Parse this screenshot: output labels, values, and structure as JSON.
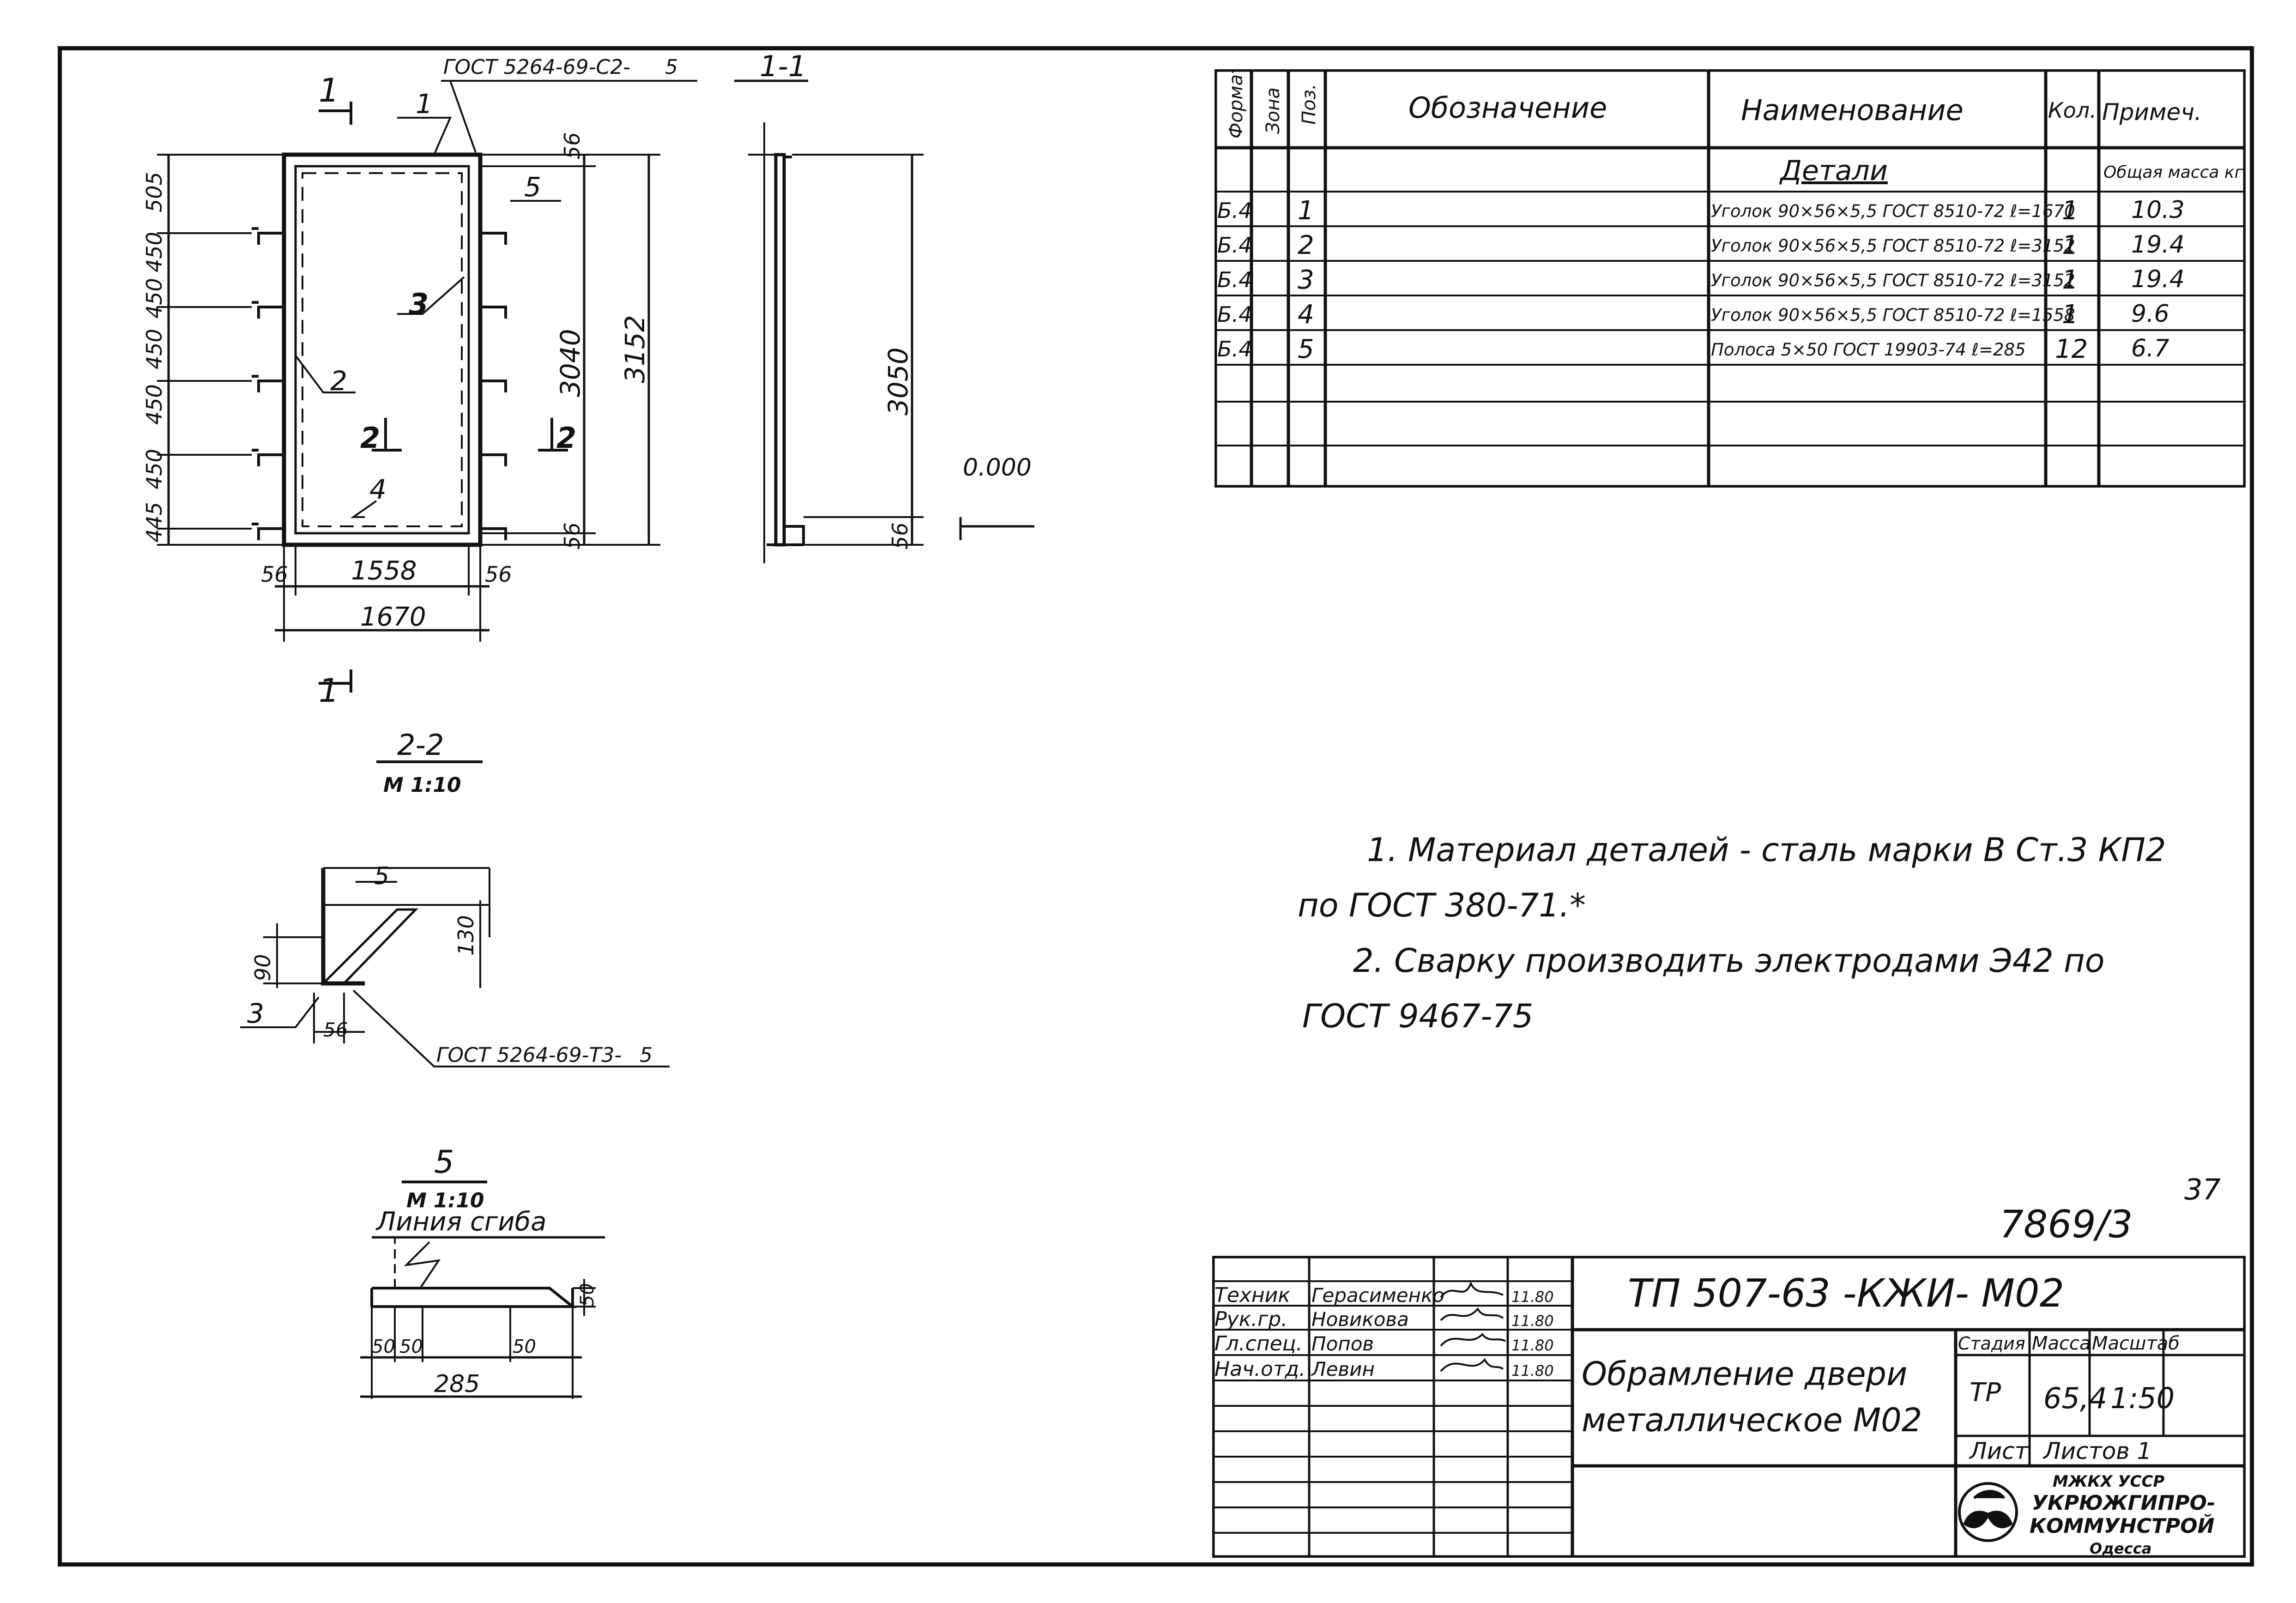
{
  "sheet_number": "37",
  "drawing_number": "7869/3",
  "views": {
    "front_callout": "ГОСТ 5264-69-С2-",
    "front_callout_weld": "5",
    "section_11": "1-1",
    "section_22_title": "2-2",
    "section_22_scale": "М 1:10",
    "detail5_title": "5",
    "detail5_scale": "М 1:10",
    "detail5_bend": "Линия сгиба",
    "section_mark_1": "1",
    "section_mark_2": "2",
    "pos_labels": [
      "1",
      "2",
      "3",
      "4",
      "5"
    ],
    "dims_left": [
      "505",
      "450",
      "450",
      "450",
      "450",
      "450",
      "445"
    ],
    "dim_56": "56",
    "dim_3040": "3040",
    "dim_3152": "3152",
    "dim_1558": "1558",
    "dim_1670": "1670",
    "dim_3050": "3050",
    "elev": "0.000",
    "sec22_dims": [
      "90",
      "130",
      "56",
      "3"
    ],
    "sec22_callout": "ГОСТ 5264-69-Т3-",
    "sec22_weld": "5",
    "det5_dims": [
      "50",
      "50",
      "50",
      "50",
      "285"
    ]
  },
  "spec_table": {
    "headers": [
      "Формат",
      "Зона",
      "Поз.",
      "Обозначение",
      "Наименование",
      "Кол.",
      "Примеч."
    ],
    "section": "Детали",
    "mass_note": "Общая масса кг.",
    "rows": [
      {
        "format": "Б.4",
        "zone": "",
        "pos": "1",
        "designation": "",
        "name": "Уголок 90×56×5,5 ГОСТ 8510-72 ℓ=1670",
        "qty": "1",
        "note": "10.3"
      },
      {
        "format": "Б.4",
        "zone": "",
        "pos": "2",
        "designation": "",
        "name": "Уголок 90×56×5,5 ГОСТ 8510-72 ℓ=3152",
        "qty": "1",
        "note": "19.4"
      },
      {
        "format": "Б.4",
        "zone": "",
        "pos": "3",
        "designation": "",
        "name": "Уголок 90×56×5,5 ГОСТ 8510-72 ℓ=3152",
        "qty": "1",
        "note": "19.4"
      },
      {
        "format": "Б.4",
        "zone": "",
        "pos": "4",
        "designation": "",
        "name": "Уголок 90×56×5,5 ГОСТ 8510-72 ℓ=1558",
        "qty": "1",
        "note": "9.6"
      },
      {
        "format": "Б.4",
        "zone": "",
        "pos": "5",
        "designation": "",
        "name": "Полоса 5×50 ГОСТ 19903-74 ℓ=285",
        "qty": "12",
        "note": "6.7"
      }
    ]
  },
  "notes": [
    "1. Материал деталей - сталь марки В Ст.3 КП2",
    "по ГОСТ 380-71.*",
    "2. Сварку производить электродами Э42 по",
    "ГОСТ 9467-75"
  ],
  "title_block": {
    "code": "ТП 507-63 -КЖИ- М02",
    "title_line1": "Обрамление двери",
    "title_line2": "металлическое М02",
    "stage_label": "Стадия",
    "mass_label": "Масса",
    "scale_label": "Масштаб",
    "stage": "ТР",
    "mass": "65,4",
    "scale": "1:50",
    "sheet_label": "Лист",
    "sheets_label": "Листов 1",
    "org": [
      "МЖКХ УССР",
      "УКРЮЖГИПРО-",
      "КОММУНСТРОЙ",
      "Одесса"
    ],
    "people": [
      {
        "role": "Техник",
        "name": "Герасименко",
        "date": "11.80"
      },
      {
        "role": "Рук.гр.",
        "name": "Новикова",
        "date": "11.80"
      },
      {
        "role": "Гл.спец.",
        "name": "Попов",
        "date": "11.80"
      },
      {
        "role": "Нач.отд.",
        "name": "Левин",
        "date": "11.80"
      }
    ]
  }
}
